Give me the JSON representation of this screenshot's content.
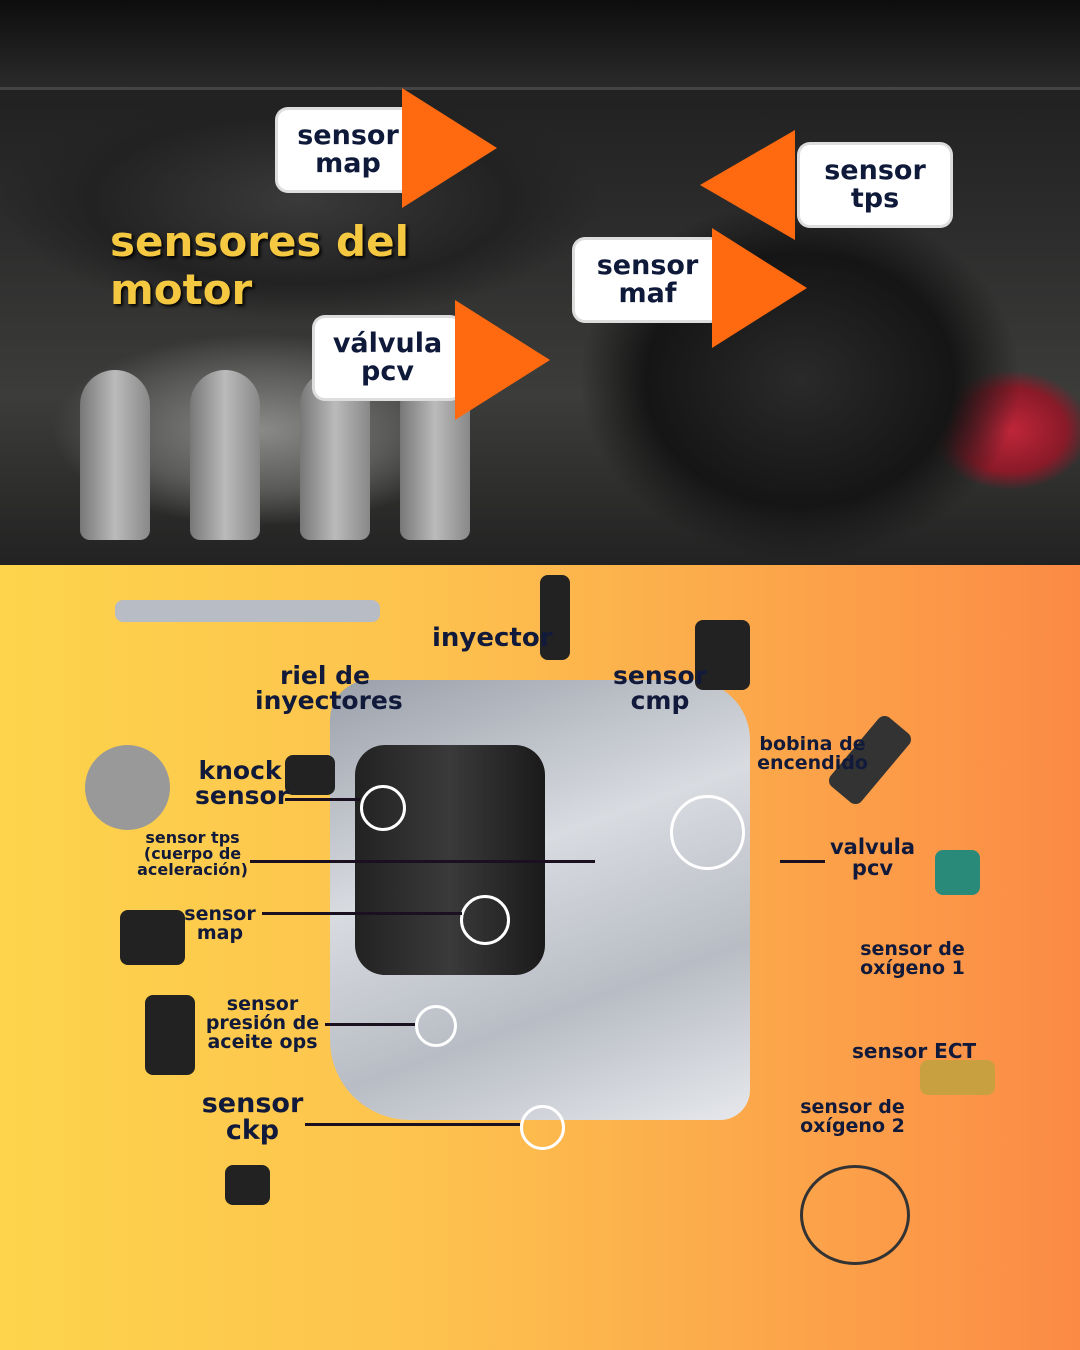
{
  "photo": {
    "title": "sensores del motor",
    "tags": {
      "map": "sensor map",
      "tps": "sensor tps",
      "maf": "sensor maf",
      "pcv": "válvula pcv"
    },
    "arrow_color": "#ff6a10",
    "title_color": "#f5c842"
  },
  "diagram": {
    "labels": {
      "inyector": "inyector",
      "riel": "riel de inyectores",
      "cmp": "sensor cmp",
      "bobina": "bobina de encendido",
      "knock": "knock sensor",
      "tps": "sensor tps (cuerpo de aceleración)",
      "map": "sensor map",
      "pcv": "valvula pcv",
      "o2_1": "sensor de oxígeno 1",
      "ops": "sensor presión de aceite ops",
      "ect": "sensor ECT",
      "ckp": "sensor ckp",
      "o2_2": "sensor de oxígeno 2"
    },
    "text_color": "#111a3a"
  }
}
